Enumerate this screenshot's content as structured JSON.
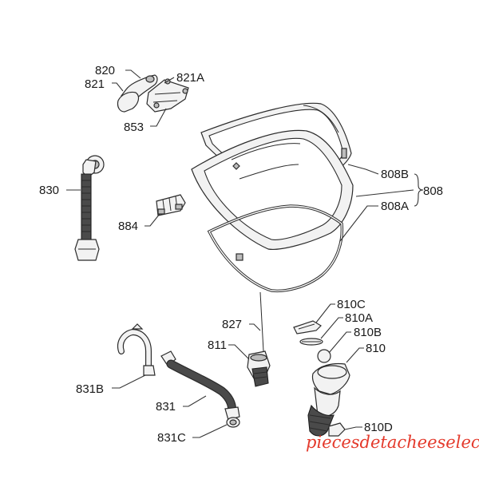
{
  "labels": {
    "p820": "820",
    "p821": "821",
    "p821a": "821A",
    "p853": "853",
    "p830": "830",
    "p884": "884",
    "p808b": "808B",
    "p808": "808",
    "p808a": "808A",
    "p810c": "810C",
    "p810a": "810A",
    "p810b": "810B",
    "p810": "810",
    "p827": "827",
    "p811": "811",
    "p831b": "831B",
    "p831": "831",
    "p831c": "831C",
    "p810d": "810D"
  },
  "watermark": "piecesdetacheeselec.com",
  "colors": {
    "line": "#2b2b2b",
    "watermark": "#e43a2c",
    "background": "#ffffff"
  }
}
